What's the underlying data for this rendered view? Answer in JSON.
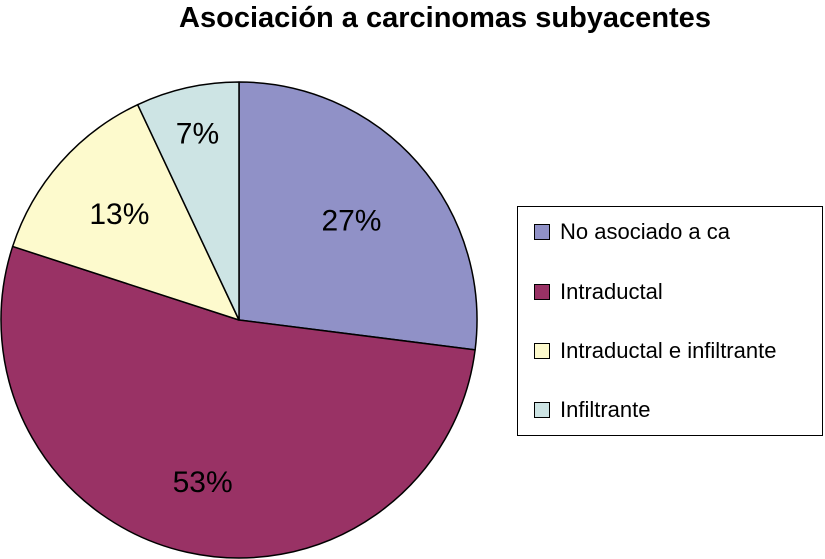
{
  "chart_data": {
    "type": "pie",
    "title": "Asociación a carcinomas subyacentes",
    "categories": [
      "No asociado a ca",
      "Intraductal",
      "Intraductal e infiltrante",
      "Infiltrante"
    ],
    "values": [
      27,
      53,
      13,
      7
    ],
    "value_labels": [
      "27%",
      "53%",
      "13%",
      "7%"
    ],
    "colors": [
      "#9091c7",
      "#993265",
      "#fdfacd",
      "#cde4e4"
    ],
    "legend_position": "right",
    "start_angle": "12 o'clock",
    "direction": "clockwise"
  }
}
